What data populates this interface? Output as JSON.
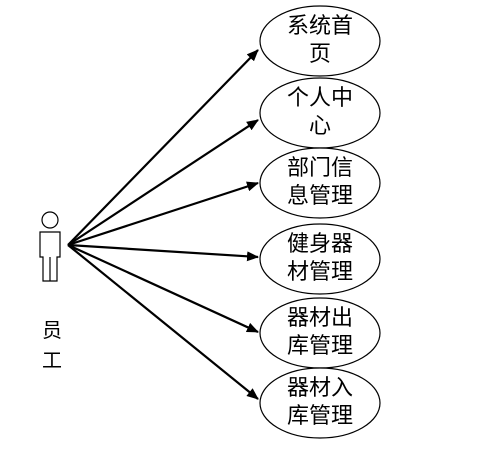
{
  "actor": {
    "label_line1": "员",
    "label_line2": "工"
  },
  "use_cases": [
    {
      "line1": "系统首",
      "line2": "页"
    },
    {
      "line1": "个人中",
      "line2": "心"
    },
    {
      "line1": "部门信",
      "line2": "息管理"
    },
    {
      "line1": "健身器",
      "line2": "材管理"
    },
    {
      "line1": "器材出",
      "line2": "库管理"
    },
    {
      "line1": "器材入",
      "line2": "库管理"
    }
  ]
}
